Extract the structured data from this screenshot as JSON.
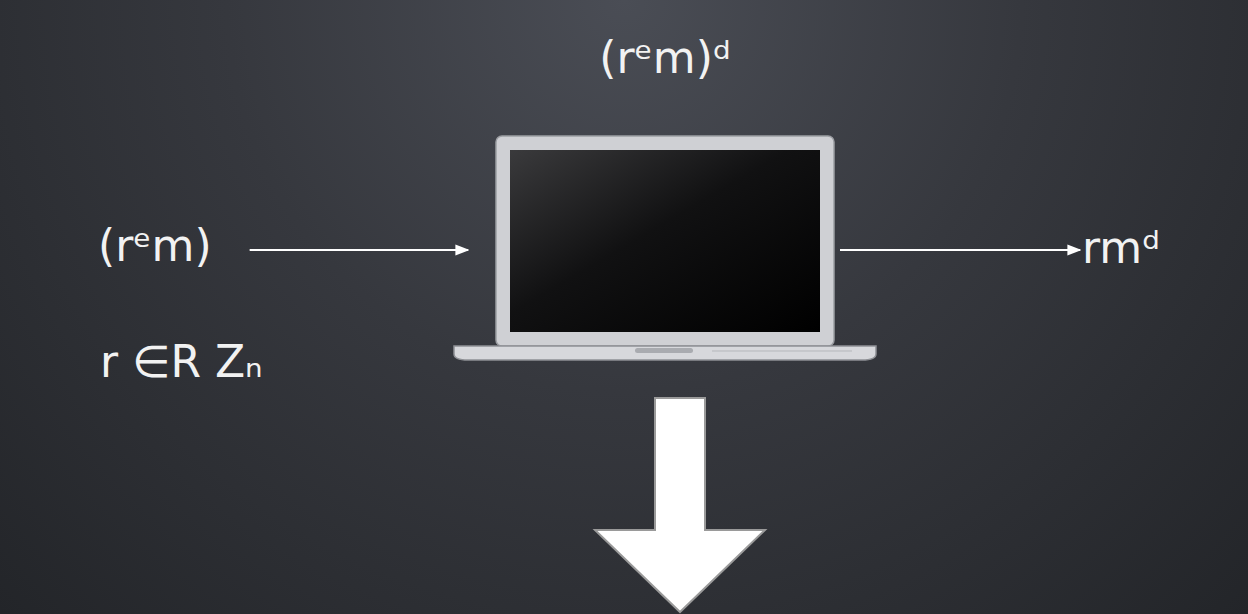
{
  "diagram": {
    "nodes": [
      {
        "text": [
          "(rᵉm)"
        ]
      },
      {
        "text": [
          "(rᵉm)ᵈ"
        ]
      },
      {
        "text": [
          "rmᵈ"
        ]
      }
    ],
    "edges": [
      {
        "from": 0,
        "to": 1,
        "arrow": "to"
      },
      {
        "from": 1,
        "to": 2,
        "arrow": "to"
      }
    ],
    "labels": [
      "r ∈R Zₙ"
    ]
  }
}
